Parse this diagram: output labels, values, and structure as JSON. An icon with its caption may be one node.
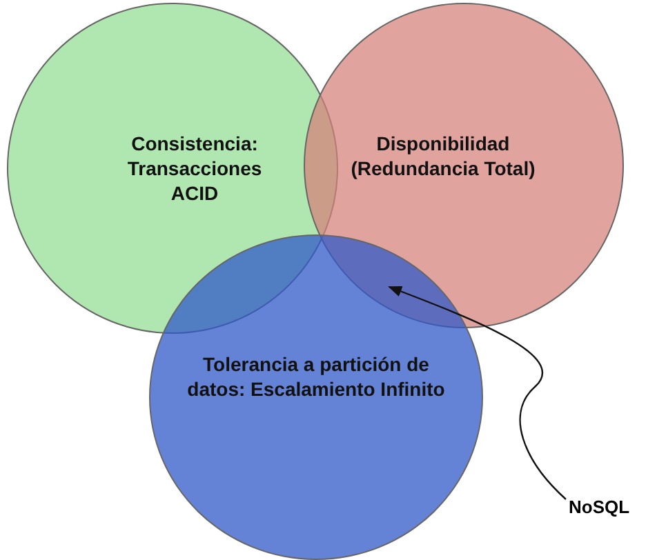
{
  "diagram": {
    "nodes": [
      {
        "text": [
          "Consistencia: Transacciones ACID"
        ]
      },
      {
        "text": [
          "Disponibilidad (Redundancia Total)"
        ]
      },
      {
        "text": [
          "Tolerancia a partición de datos: Escalamiento Infinito"
        ]
      },
      {
        "text": [
          "NoSQL"
        ]
      }
    ],
    "edges": [
      {
        "from": 3,
        "to": 1,
        "arrow": "to"
      }
    ]
  }
}
